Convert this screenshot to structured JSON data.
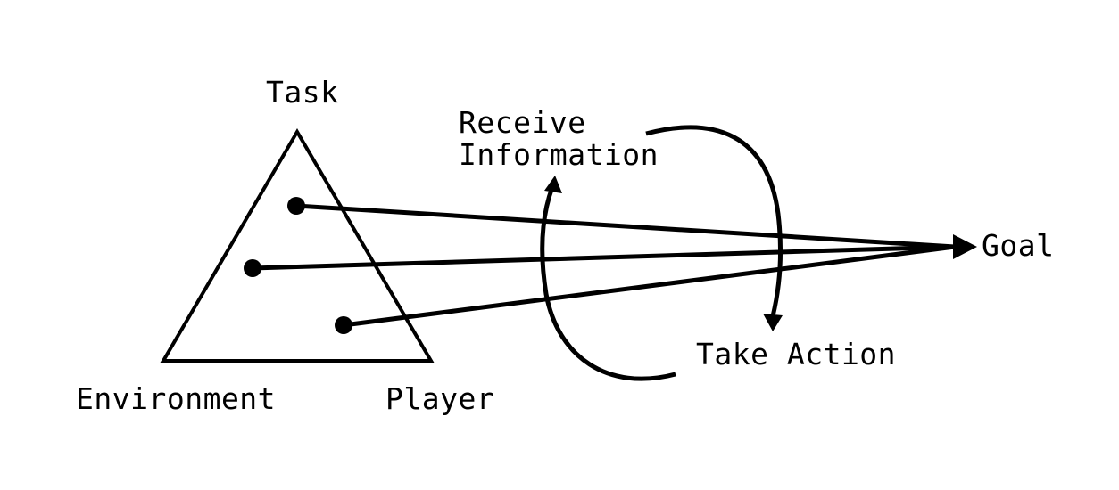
{
  "labels": {
    "task": "Task",
    "environment": "Environment",
    "player": "Player",
    "receive_line1": "Receive",
    "receive_line2": "Information",
    "take_action": "Take Action",
    "goal": "Goal"
  },
  "colors": {
    "ink": "#000000",
    "background": "#ffffff"
  }
}
